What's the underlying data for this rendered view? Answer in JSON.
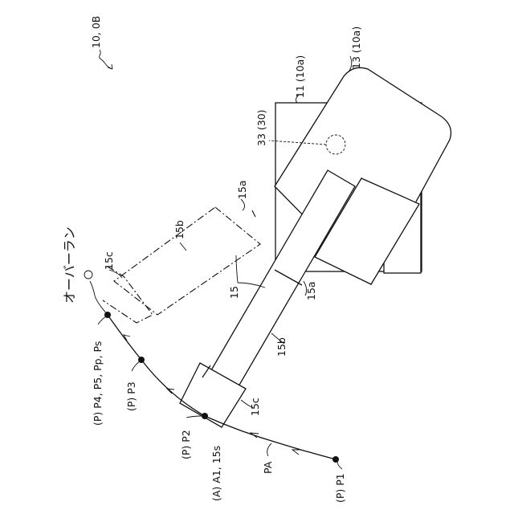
{
  "figure_label": "10, 0B",
  "overrun_label": "オーバーラン",
  "robot": {
    "base_label": "11 (10a)",
    "body_label": "13 (10a)",
    "hidden_label": "33 (30)"
  },
  "arm": {
    "arm_label": "15",
    "joint_label": "15a",
    "link_label": "15b",
    "hand_label": "15c"
  },
  "path": {
    "path_label": "PA",
    "points": [
      {
        "id": "p1",
        "label": "(P) P1"
      },
      {
        "id": "p2",
        "label": "(A) A1, 15s"
      },
      {
        "id": "p2b",
        "label": "(P) P2"
      },
      {
        "id": "p3",
        "label": "(P) P3"
      },
      {
        "id": "p4",
        "label": "(P) P4, P5, Pp, Ps"
      }
    ]
  }
}
